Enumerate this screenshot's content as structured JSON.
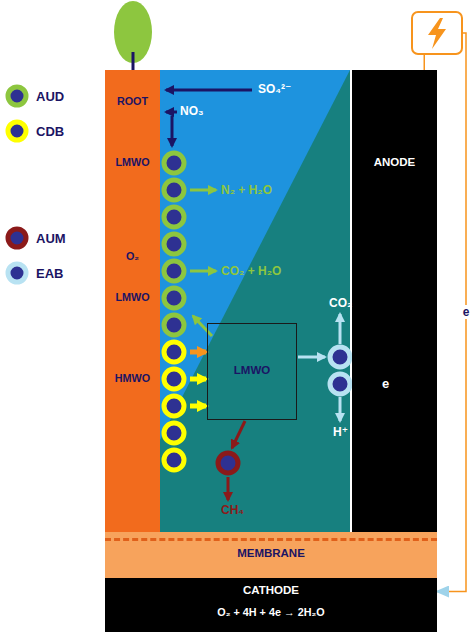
{
  "diagram": {
    "nodes": [
      {
        "text": [
          "ROOT",
          "LMWO",
          "O₂",
          "LMWO",
          "HMWO"
        ]
      },
      {
        "text": [
          "LMWO"
        ]
      },
      {
        "text": [
          "ANODE"
        ]
      },
      {
        "text": [
          "MEMBRANE"
        ]
      },
      {
        "text": [
          "CATHODE",
          "O₂ + 4H + 4e → 2H₂O"
        ]
      }
    ],
    "edges": [
      {
        "from": 2,
        "to": 4,
        "arrow": "to",
        "label": "e"
      }
    ],
    "labels": [
      "SO₄²⁻",
      "NO₃",
      "N₂ + H₂O",
      "CO₂ + H₂O",
      "CO₂",
      "e",
      "H⁺",
      "CH₄"
    ],
    "legend": [
      {
        "text": "AUD"
      },
      {
        "text": "CDB"
      },
      {
        "text": "AUM"
      },
      {
        "text": "EAB"
      }
    ]
  }
}
